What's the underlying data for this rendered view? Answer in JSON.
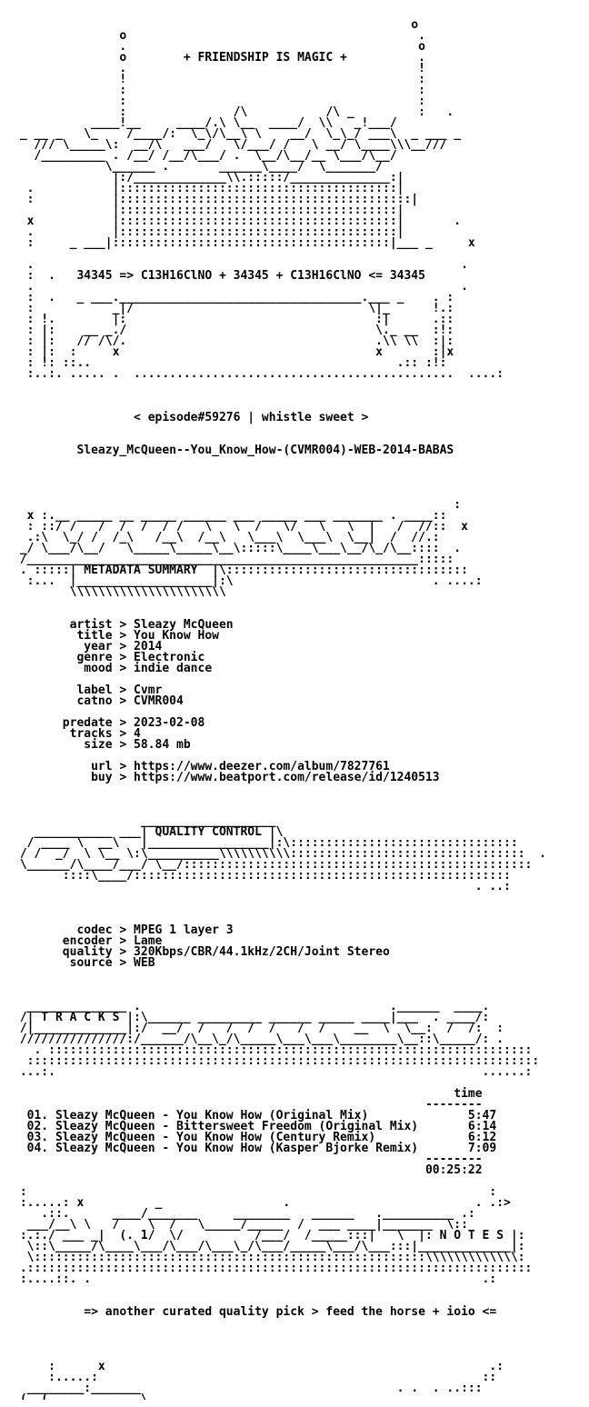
{
  "nfo": {
    "lines": [
      "                                                        ",
      "                                                   o    ",
      "               o                                   .    ",
      "               .                                   o    ",
      "               o       + FRIENDSHIP IS MAGIC +     .    ",
      "               .                                   !    ",
      "               !                                   :    ",
      "               :                                   :    ",
      "               :                                   :    ",
      "               :             /\\          /\\  _     :   .",
      "           ____!__     ____/  \\__   ____/  \\_\\ \\   _!___/",
      "  _ __ _   \\_    /    \\  /   /\\__\\ \\    __/   \\_\\  __\\  _",
      "    /// \\_____/:    __\\/   /      \\/___/  /   \\ __/:_  \\_",
      "   /__________  /__/  ___/        \\__/__/_     \\_/  \\___/",
      "              \\_____/ .     ______\\____/ \\_____/__________",
      "              |:/_____________\\\\.:::::/______________\\:|",
      "  .           |:::::::::::::::::::::::::::::::::::::::|",
      "  :           |::::::::::::::::::::::::::::::::::::::::::|",
      " ┬┤           |:::::::::::::::::::::::::::::::::::::::|",
      "  x           |:::::::::::::::::::::::::::::::::::::::|",
      "  .           |::::::::::::::::::::::::::::::::::::::::|",
      "  :     _ ___|:::::::::::::::::::::::::::::::::::::::|___ _",
      "                                                          ",
      "  .                                                       ",
      "  :  .   34345 => C13H16ClNO + 34345 + C13H16ClNO <= 34345",
      "  .                                                       ",
      "  :  .   _ ___.__________________________________.___ _",
      "  :          _|/                                  \\|_",
      "  :  .       |:                                    :|",
      "  : |:   __ _./                                    \\._ __",
      "  : |:   // /\\/.                                  .\\\\ \\\\",
      "  : |:        x                                    x",
      "  : !: :                                                  ",
      "  :..:. ..... .  ...................................  ...."
    ]
  }
}
